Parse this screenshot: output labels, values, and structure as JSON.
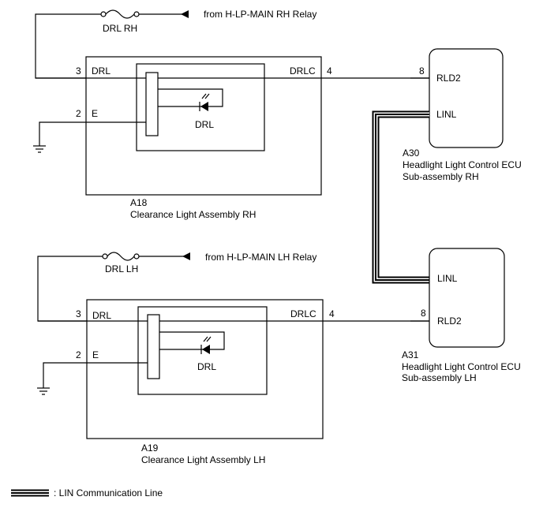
{
  "colors": {
    "line": "#000000",
    "background": "#ffffff"
  },
  "rh": {
    "feed": "from H-LP-MAIN RH Relay",
    "fuse": "DRL RH",
    "pin_drl_no": "3",
    "pin_drl": "DRL",
    "pin_e_no": "2",
    "pin_e": "E",
    "pin_drlc": "DRLC",
    "pin_drlc_no": "4",
    "led": "DRL",
    "code": "A18",
    "name": "Clearance Light Assembly RH"
  },
  "lh": {
    "feed": "from H-LP-MAIN LH Relay",
    "fuse": "DRL LH",
    "pin_drl_no": "3",
    "pin_drl": "DRL",
    "pin_e_no": "2",
    "pin_e": "E",
    "pin_drlc": "DRLC",
    "pin_drlc_no": "4",
    "led": "DRL",
    "code": "A19",
    "name": "Clearance Light Assembly LH"
  },
  "ecu_rh": {
    "pin_rld2_no": "8",
    "pin_rld2": "RLD2",
    "pin_linl": "LINL",
    "code": "A30",
    "name_line1": "Headlight Light Control ECU",
    "name_line2": "Sub-assembly RH"
  },
  "ecu_lh": {
    "pin_linl": "LINL",
    "pin_rld2_no": "8",
    "pin_rld2": "RLD2",
    "code": "A31",
    "name_line1": "Headlight Light Control ECU",
    "name_line2": "Sub-assembly LH"
  },
  "legend": {
    "label": ": LIN Communication Line"
  }
}
